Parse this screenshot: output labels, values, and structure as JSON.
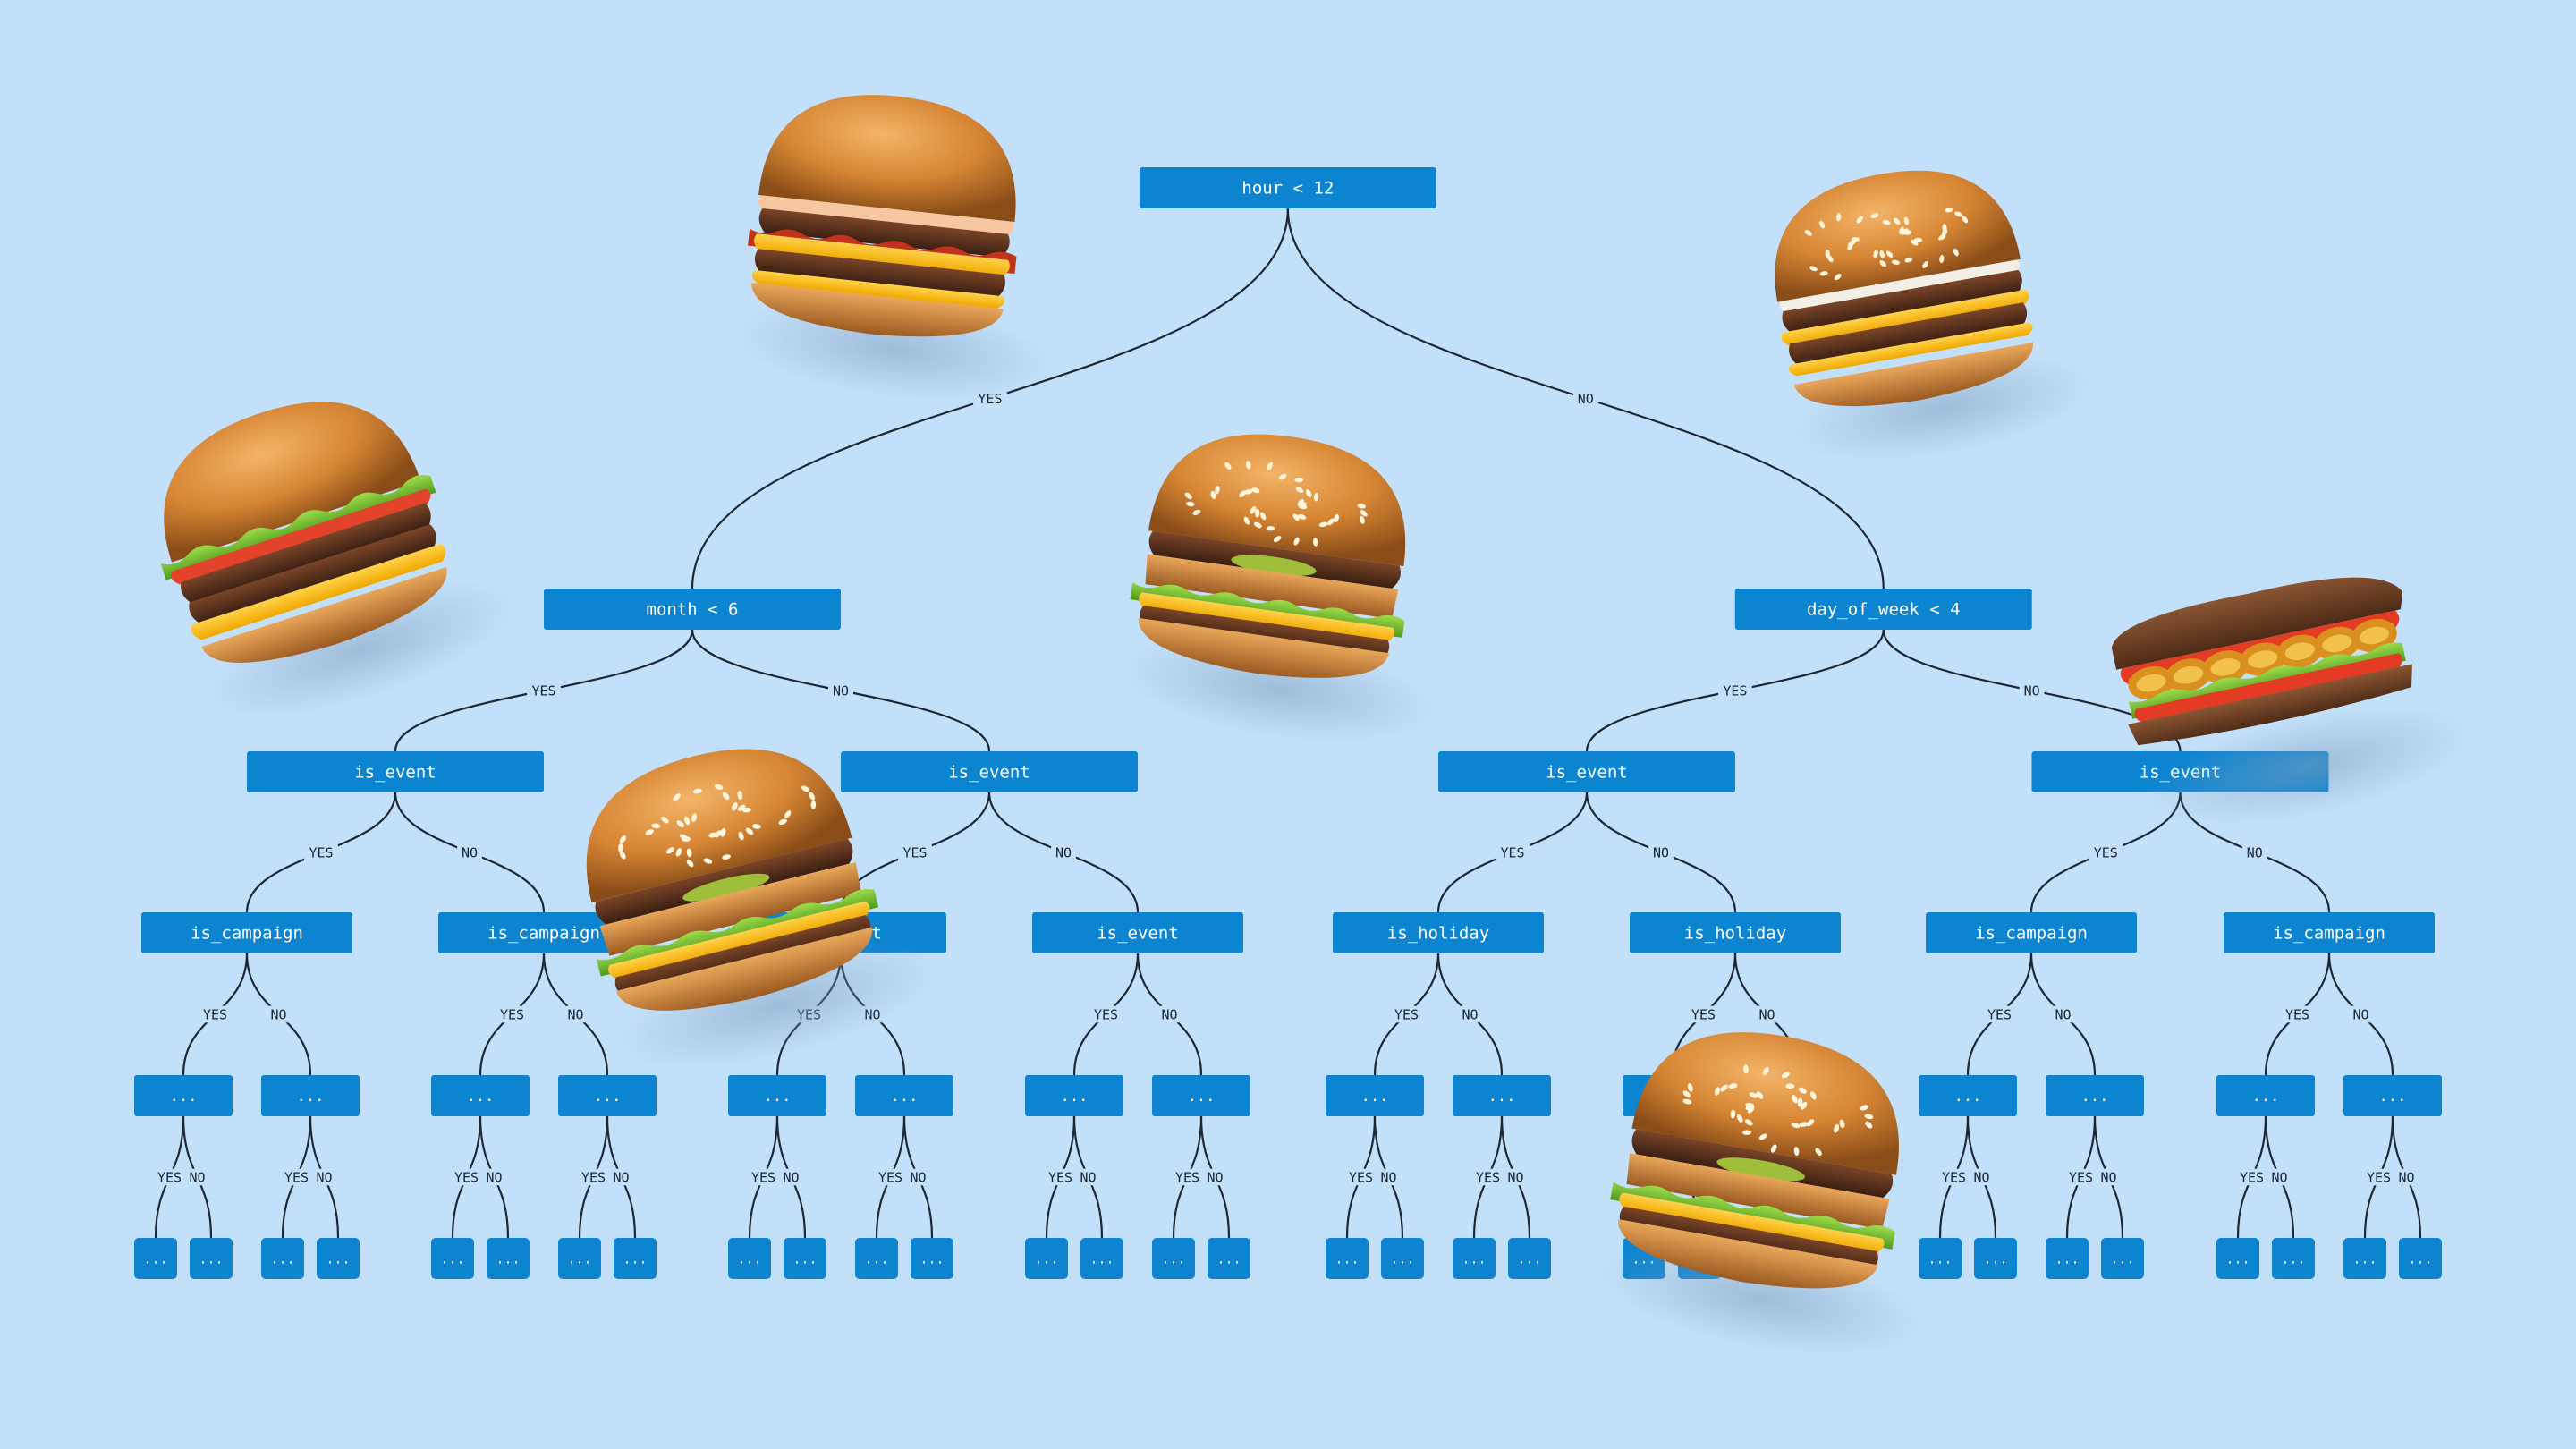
{
  "tree": {
    "root": {
      "label": "hour < 12",
      "yes": {
        "label": "month < 6",
        "yes": {
          "label": "is_event",
          "yes": {
            "label": "is_campaign",
            "yes": {
              "label": "...",
              "yes": {
                "label": "..."
              },
              "no": {
                "label": "..."
              }
            },
            "no": {
              "label": "...",
              "yes": {
                "label": "..."
              },
              "no": {
                "label": "..."
              }
            }
          },
          "no": {
            "label": "is_campaign",
            "yes": {
              "label": "...",
              "yes": {
                "label": "..."
              },
              "no": {
                "label": "..."
              }
            },
            "no": {
              "label": "...",
              "yes": {
                "label": "..."
              },
              "no": {
                "label": "..."
              }
            }
          }
        },
        "no": {
          "label": "is_event",
          "yes": {
            "label": "is_event",
            "yes": {
              "label": "...",
              "yes": {
                "label": "..."
              },
              "no": {
                "label": "..."
              }
            },
            "no": {
              "label": "...",
              "yes": {
                "label": "..."
              },
              "no": {
                "label": "..."
              }
            }
          },
          "no": {
            "label": "is_event",
            "yes": {
              "label": "...",
              "yes": {
                "label": "..."
              },
              "no": {
                "label": "..."
              }
            },
            "no": {
              "label": "...",
              "yes": {
                "label": "..."
              },
              "no": {
                "label": "..."
              }
            }
          }
        }
      },
      "no": {
        "label": "day_of_week < 4",
        "yes": {
          "label": "is_event",
          "yes": {
            "label": "is_holiday",
            "yes": {
              "label": "...",
              "yes": {
                "label": "..."
              },
              "no": {
                "label": "..."
              }
            },
            "no": {
              "label": "...",
              "yes": {
                "label": "..."
              },
              "no": {
                "label": "..."
              }
            }
          },
          "no": {
            "label": "is_holiday",
            "yes": {
              "label": "...",
              "yes": {
                "label": "..."
              },
              "no": {
                "label": "..."
              }
            },
            "no": {
              "label": "...",
              "yes": {
                "label": "..."
              },
              "no": {
                "label": "..."
              }
            }
          }
        },
        "no": {
          "label": "is_event",
          "yes": {
            "label": "is_campaign",
            "yes": {
              "label": "...",
              "yes": {
                "label": "..."
              },
              "no": {
                "label": "..."
              }
            },
            "no": {
              "label": "...",
              "yes": {
                "label": "..."
              },
              "no": {
                "label": "..."
              }
            }
          },
          "no": {
            "label": "is_campaign",
            "yes": {
              "label": "...",
              "yes": {
                "label": "..."
              },
              "no": {
                "label": "..."
              }
            },
            "no": {
              "label": "...",
              "yes": {
                "label": "..."
              },
              "no": {
                "label": "..."
              }
            }
          }
        }
      }
    },
    "edge_labels": {
      "yes": "YES",
      "no": "NO"
    }
  },
  "burgers": [
    {
      "name": "bacon-double-cheeseburger"
    },
    {
      "name": "sesame-double-cheeseburger"
    },
    {
      "name": "lettuce-tomato-cheeseburger"
    },
    {
      "name": "big-mac-center"
    },
    {
      "name": "ciabatta-onion-ring-sandwich"
    },
    {
      "name": "big-mac-left"
    },
    {
      "name": "big-mac-bottom"
    }
  ],
  "colors": {
    "background": "#c3e0fa",
    "node": "#0d84d0",
    "node_text": "#ffffff",
    "edge": "#1c2733"
  }
}
